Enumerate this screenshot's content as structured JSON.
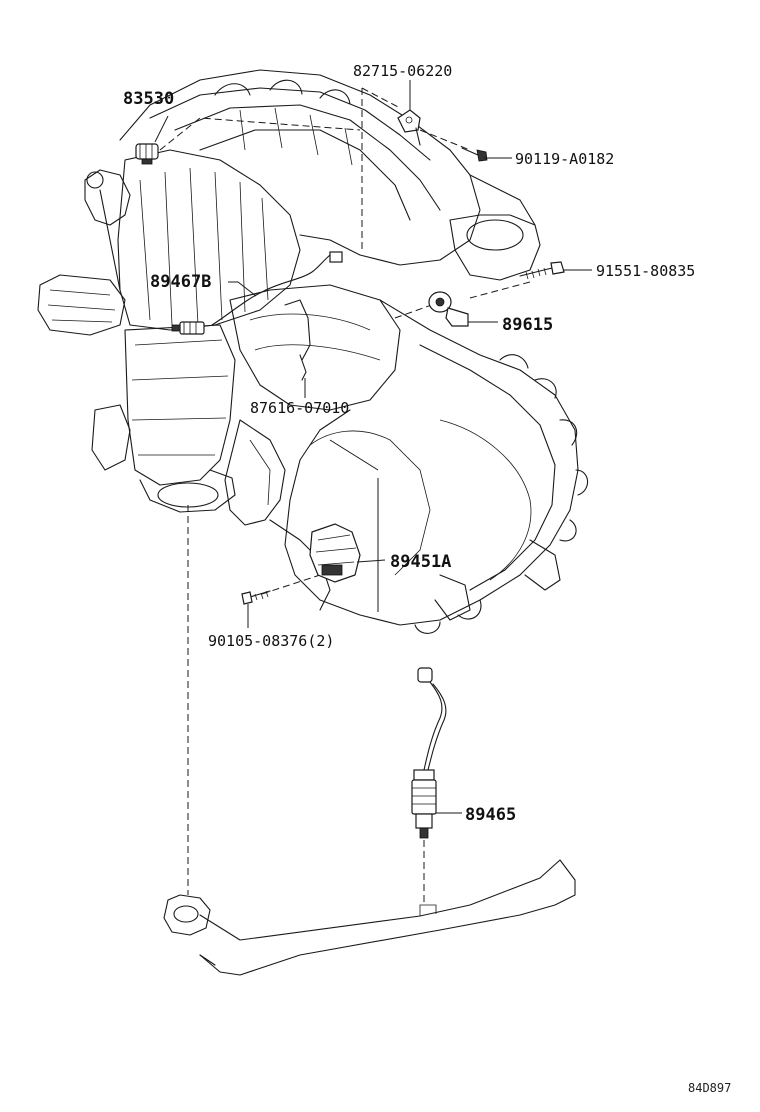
{
  "diagram": {
    "labels": {
      "p83530": "83530",
      "p82715": "82715-06220",
      "p90119": "90119-A0182",
      "p91551": "91551-80835",
      "p89467": "89467B",
      "p89615": "89615",
      "p87616": "87616-07010",
      "p89451": "89451A",
      "p90105": "90105-08376(2)",
      "p89465": "89465"
    },
    "reference_code": "84D897"
  }
}
